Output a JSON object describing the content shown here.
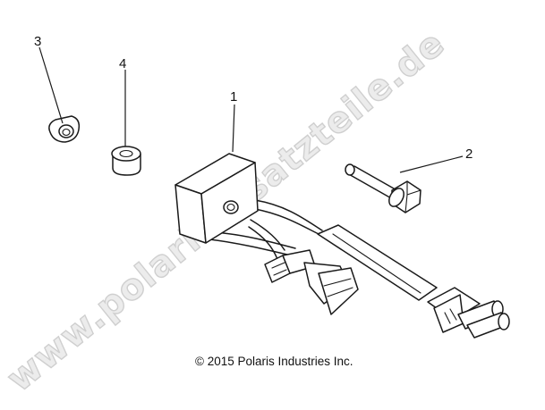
{
  "watermark": "www.polarisersatzteile.de",
  "callouts": {
    "c1": "1",
    "c2": "2",
    "c3": "3",
    "c4": "4"
  },
  "copyright": "© 2015 Polaris Industries Inc."
}
